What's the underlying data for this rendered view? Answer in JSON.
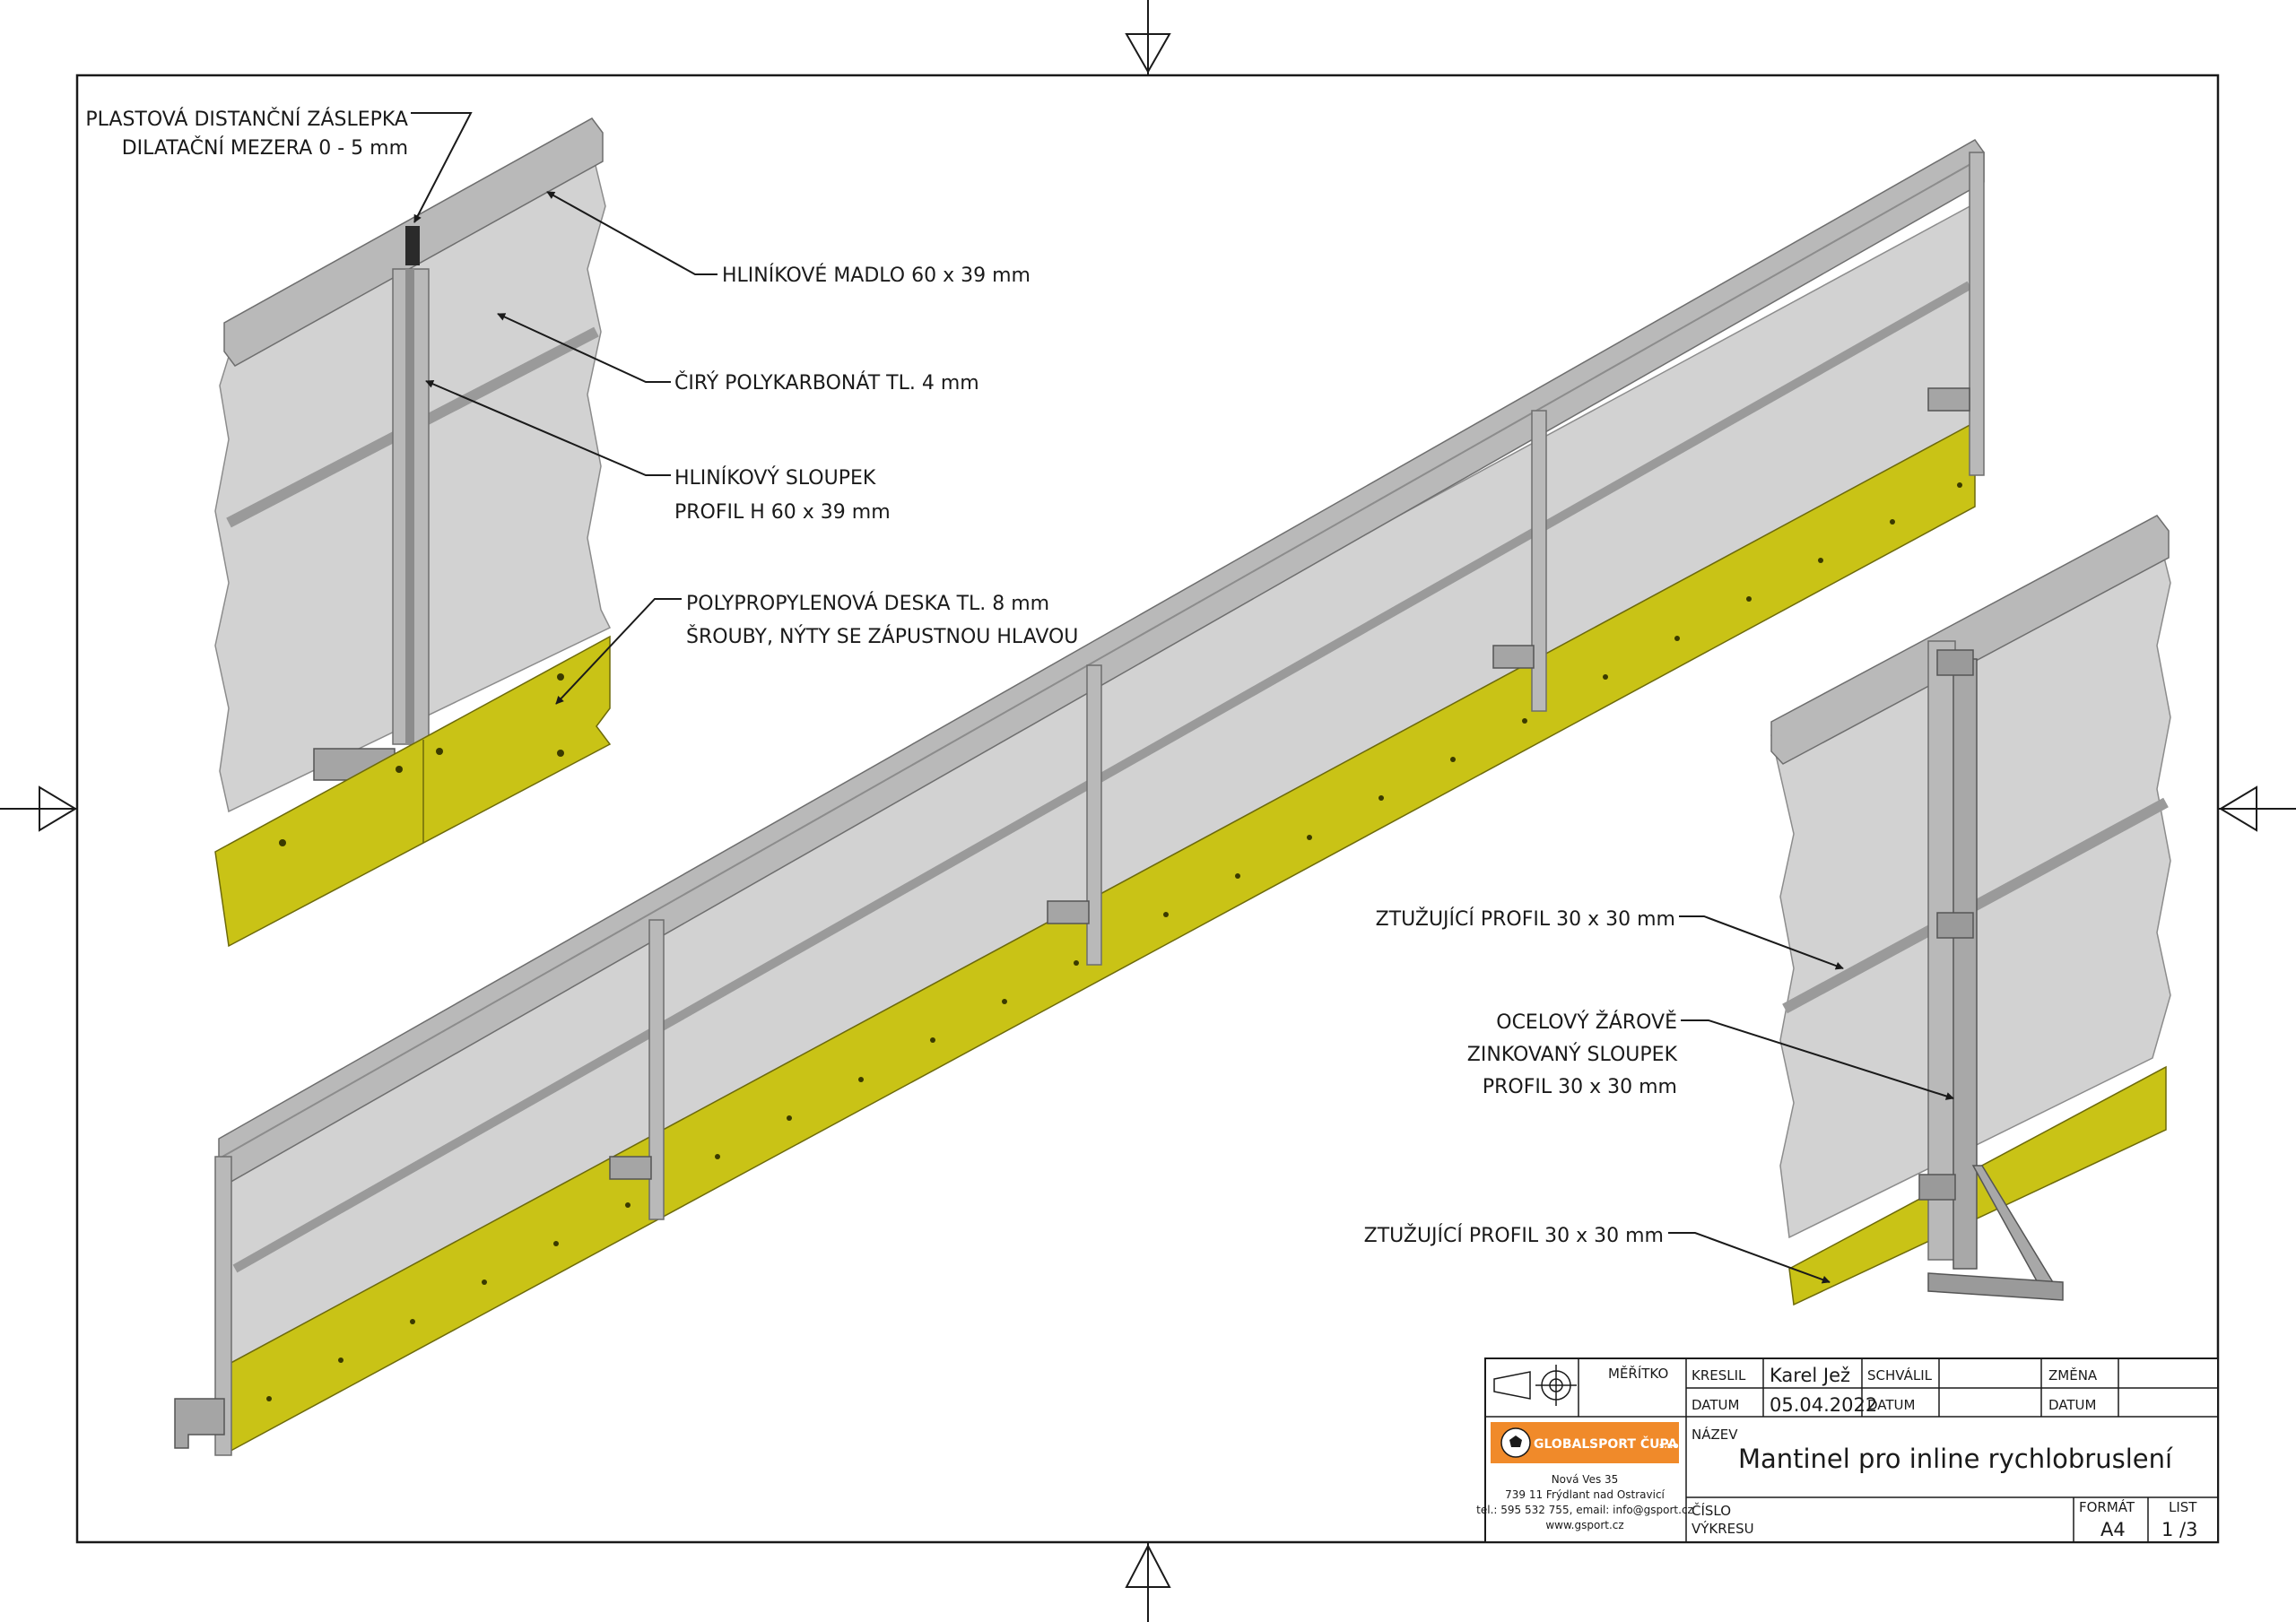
{
  "annotations": {
    "cap_line1": "PLASTOVÁ DISTANČNÍ ZÁSLEPKA",
    "cap_line2": "DILATAČNÍ MEZERA 0 - 5 mm",
    "handrail": "HLINÍKOVÉ MADLO 60 x 39 mm",
    "polycarbonate": "ČIRÝ POLYKARBONÁT TL. 4 mm",
    "post_line1": "HLINÍKOVÝ SLOUPEK",
    "post_line2": "PROFIL H 60 x 39 mm",
    "board_line1": "POLYPROPYLENOVÁ DESKA TL. 8 mm",
    "board_line2": "ŠROUBY, NÝTY SE ZÁPUSTNOU HLAVOU",
    "stiff_top": "ZTUŽUJÍCÍ PROFIL 30 x 30 mm",
    "steel_line1": "OCELOVÝ ŽÁROVĚ",
    "steel_line2": "ZINKOVANÝ SLOUPEK",
    "steel_line3": "PROFIL 30 x 30 mm",
    "stiff_bottom": "ZTUŽUJÍCÍ PROFIL 30 x 30 mm"
  },
  "title_block": {
    "scale_label": "MĚŘÍTKO",
    "drawn_label": "KRESLIL",
    "drawn_value": "Karel Jež",
    "approved_label": "SCHVÁLIL",
    "change_label": "ZMĚNA",
    "date_label": "DATUM",
    "date_value": "05.04.2022",
    "date_label_2": "DATUM",
    "date_label_3": "DATUM",
    "name_label": "NÁZEV",
    "title": "Mantinel pro inline rychlobruslení",
    "drawing_no_label_1": "ČÍSLO",
    "drawing_no_label_2": "VÝKRESU",
    "format_label": "FORMÁT",
    "format_value": "A4",
    "sheet_label": "LIST",
    "sheet_value": "1 /3",
    "logo_text_1": "GLOBAL",
    "logo_text_2": "SPORT ČUPA",
    "logo_text_3": "s.r.o.",
    "address_1": "Nová Ves 35",
    "address_2": "739 11 Frýdlant nad Ostravicí",
    "address_3": "tel.: 595 532 755, email: info@gsport.cz",
    "address_4": "www.gsport.cz"
  },
  "colors": {
    "line": "#1a1a1a",
    "polycarbonate": "#d2d2d2",
    "aluminium": "#b9b9b9",
    "aluminium_dark": "#8c8c8c",
    "polypropylene": "#c9c316",
    "logo_orange": "#f08a2a"
  }
}
